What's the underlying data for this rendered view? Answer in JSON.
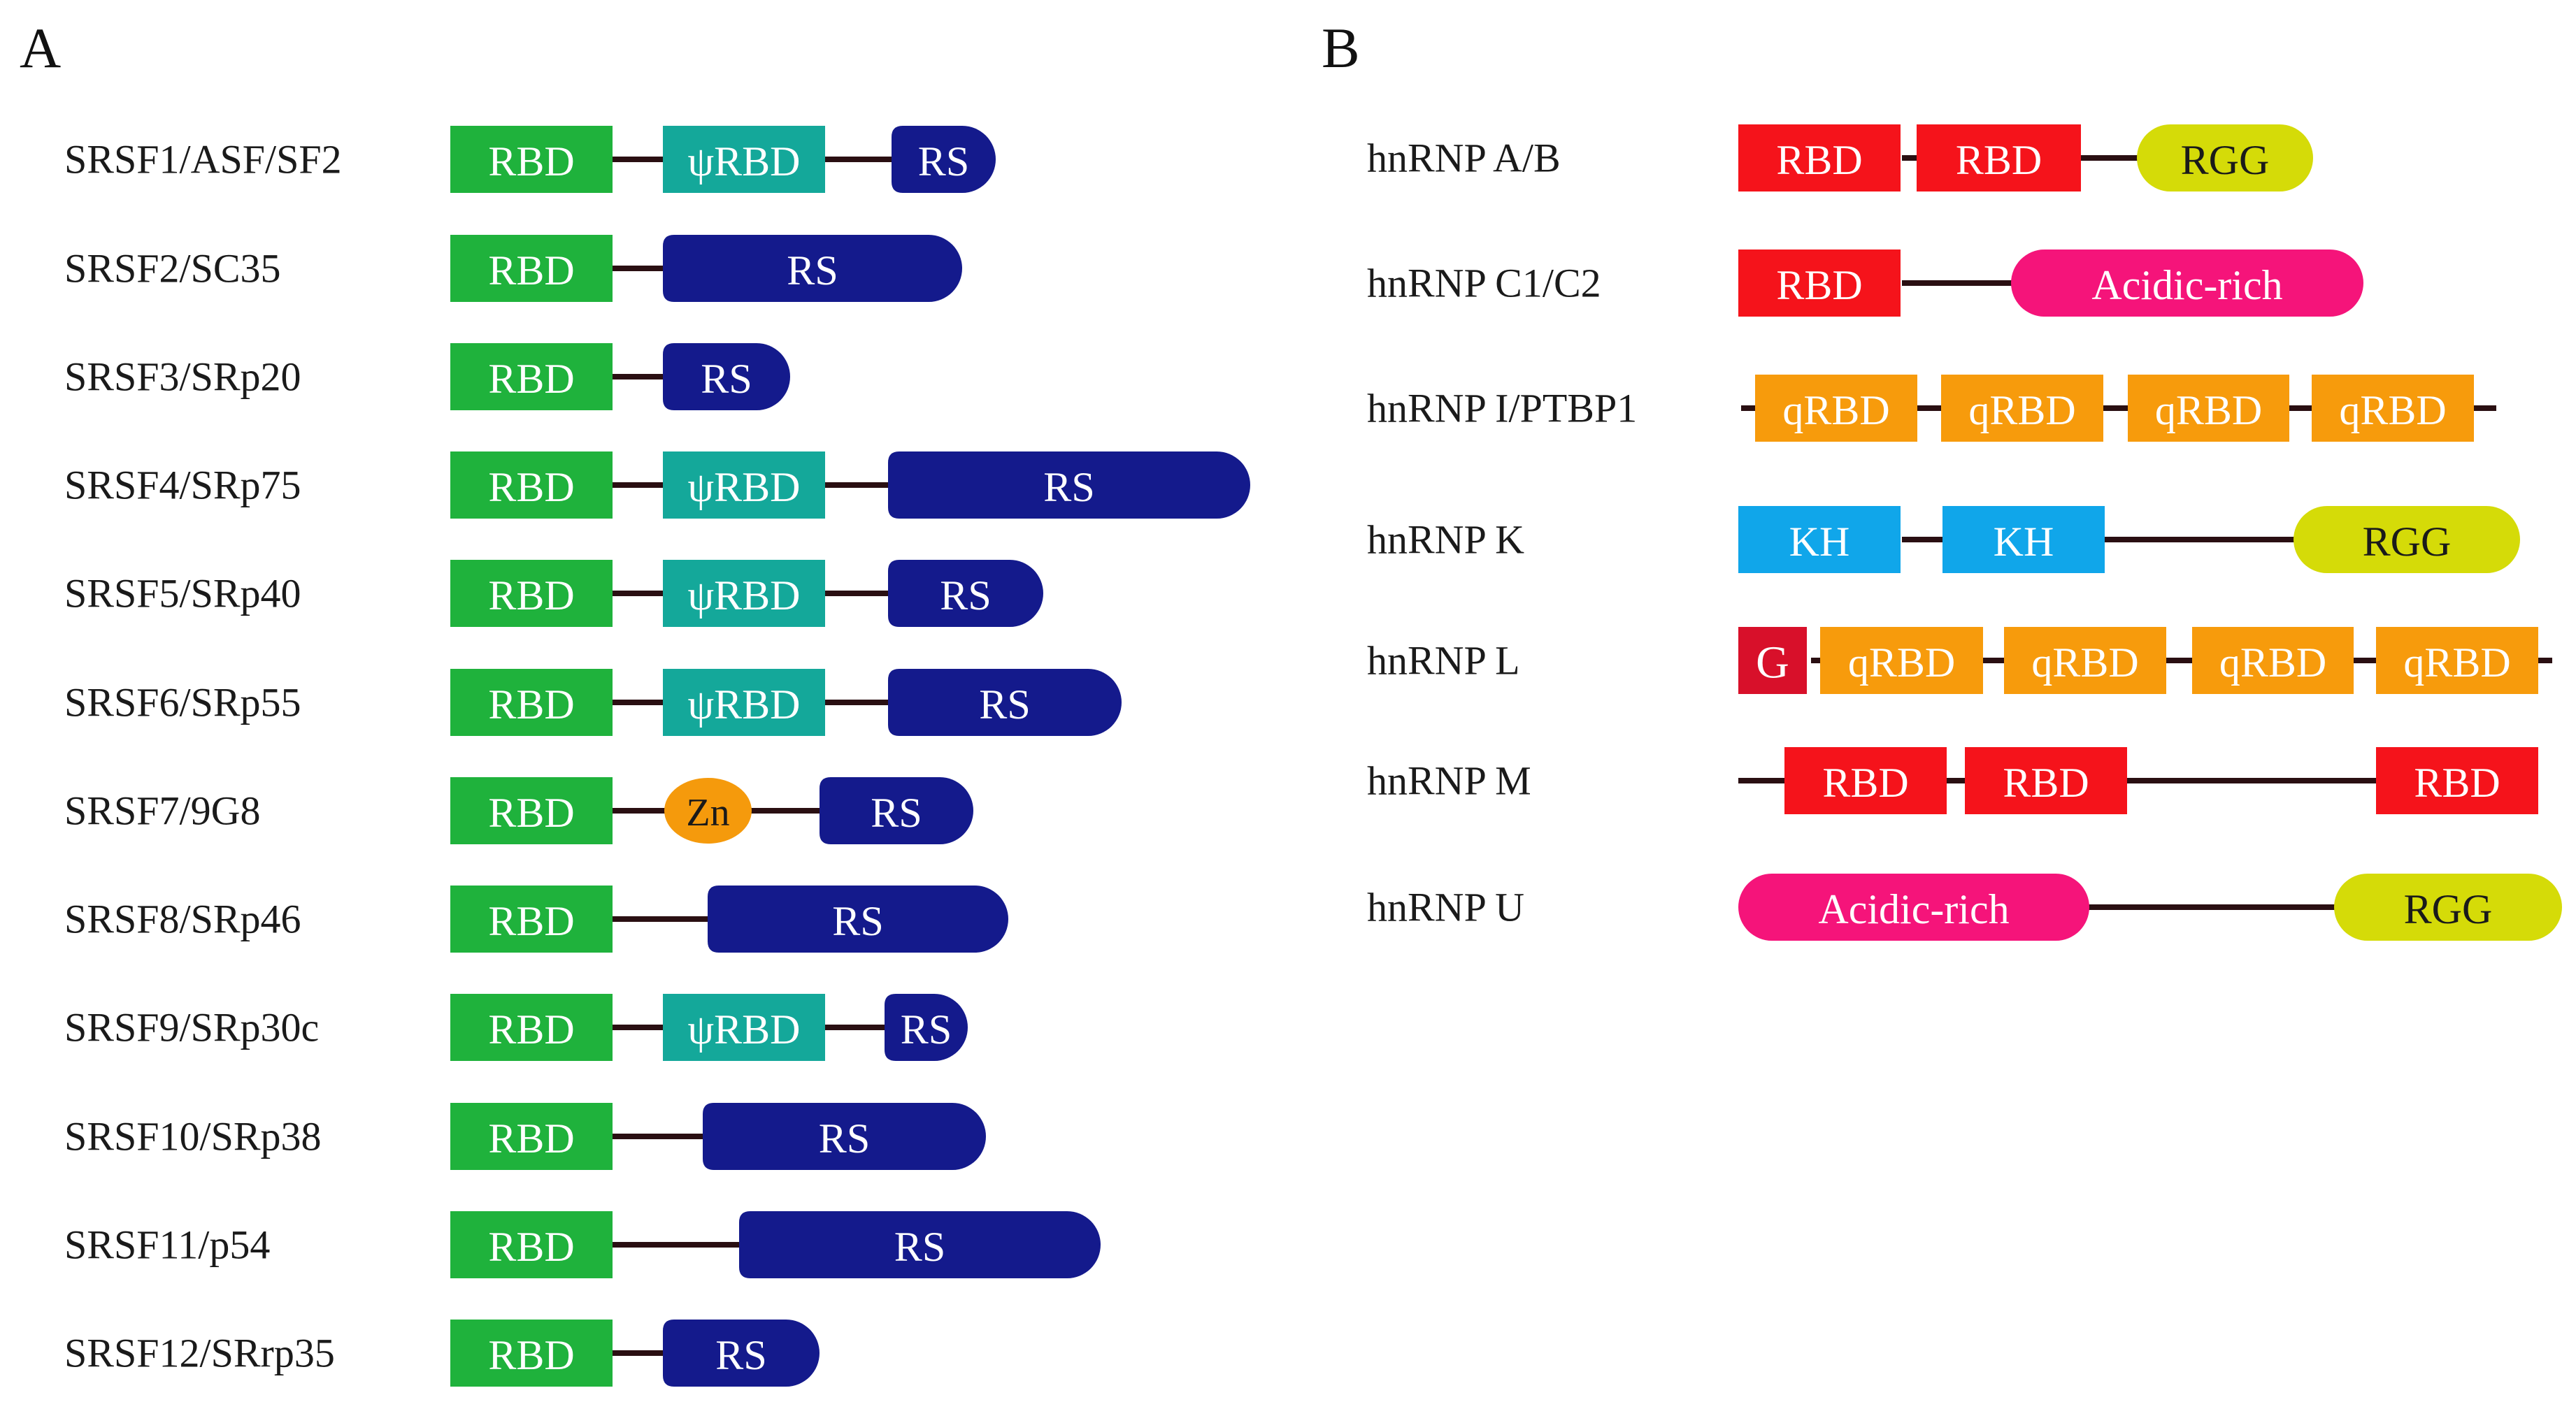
{
  "panels": [
    {
      "letter": "A",
      "rows": [
        {
          "label": "SRSF1/ASF/SF2",
          "domains": [
            {
              "type": "RBD",
              "text": "RBD"
            },
            {
              "type": "psiRBD",
              "text": "ψRBD"
            },
            {
              "type": "RS",
              "text": "RS"
            }
          ]
        },
        {
          "label": "SRSF2/SC35",
          "domains": [
            {
              "type": "RBD",
              "text": "RBD"
            },
            {
              "type": "RS",
              "text": "RS"
            }
          ]
        },
        {
          "label": "SRSF3/SRp20",
          "domains": [
            {
              "type": "RBD",
              "text": "RBD"
            },
            {
              "type": "RS",
              "text": "RS"
            }
          ]
        },
        {
          "label": "SRSF4/SRp75",
          "domains": [
            {
              "type": "RBD",
              "text": "RBD"
            },
            {
              "type": "psiRBD",
              "text": "ψRBD"
            },
            {
              "type": "RS",
              "text": "RS"
            }
          ]
        },
        {
          "label": "SRSF5/SRp40",
          "domains": [
            {
              "type": "RBD",
              "text": "RBD"
            },
            {
              "type": "psiRBD",
              "text": "ψRBD"
            },
            {
              "type": "RS",
              "text": "RS"
            }
          ]
        },
        {
          "label": "SRSF6/SRp55",
          "domains": [
            {
              "type": "RBD",
              "text": "RBD"
            },
            {
              "type": "psiRBD",
              "text": "ψRBD"
            },
            {
              "type": "RS",
              "text": "RS"
            }
          ]
        },
        {
          "label": "SRSF7/9G8",
          "domains": [
            {
              "type": "RBD",
              "text": "RBD"
            },
            {
              "type": "Zn",
              "text": "Zn"
            },
            {
              "type": "RS",
              "text": "RS"
            }
          ]
        },
        {
          "label": "SRSF8/SRp46",
          "domains": [
            {
              "type": "RBD",
              "text": "RBD"
            },
            {
              "type": "RS",
              "text": "RS"
            }
          ]
        },
        {
          "label": "SRSF9/SRp30c",
          "domains": [
            {
              "type": "RBD",
              "text": "RBD"
            },
            {
              "type": "psiRBD",
              "text": "ψRBD"
            },
            {
              "type": "RS",
              "text": "RS"
            }
          ]
        },
        {
          "label": "SRSF10/SRp38",
          "domains": [
            {
              "type": "RBD",
              "text": "RBD"
            },
            {
              "type": "RS",
              "text": "RS"
            }
          ]
        },
        {
          "label": "SRSF11/p54",
          "domains": [
            {
              "type": "RBD",
              "text": "RBD"
            },
            {
              "type": "RS",
              "text": "RS"
            }
          ]
        },
        {
          "label": "SRSF12/SRrp35",
          "domains": [
            {
              "type": "RBD",
              "text": "RBD"
            },
            {
              "type": "RS",
              "text": "RS"
            }
          ]
        }
      ]
    },
    {
      "letter": "B",
      "rows": [
        {
          "label": "hnRNP A/B",
          "domains": [
            {
              "type": "hRBD",
              "text": "RBD"
            },
            {
              "type": "hRBD",
              "text": "RBD"
            },
            {
              "type": "RGG",
              "text": "RGG"
            }
          ]
        },
        {
          "label": "hnRNP C1/C2",
          "domains": [
            {
              "type": "hRBD",
              "text": "RBD"
            },
            {
              "type": "Acidic",
              "text": "Acidic-rich"
            }
          ]
        },
        {
          "label": "hnRNP I/PTBP1",
          "domains": [
            {
              "type": "qRBD",
              "text": "qRBD"
            },
            {
              "type": "qRBD",
              "text": "qRBD"
            },
            {
              "type": "qRBD",
              "text": "qRBD"
            },
            {
              "type": "qRBD",
              "text": "qRBD"
            }
          ]
        },
        {
          "label": "hnRNP K",
          "domains": [
            {
              "type": "KH",
              "text": "KH"
            },
            {
              "type": "KH",
              "text": "KH"
            },
            {
              "type": "RGG",
              "text": "RGG"
            }
          ]
        },
        {
          "label": "hnRNP L",
          "domains": [
            {
              "type": "G",
              "text": "G"
            },
            {
              "type": "qRBD",
              "text": "qRBD"
            },
            {
              "type": "qRBD",
              "text": "qRBD"
            },
            {
              "type": "qRBD",
              "text": "qRBD"
            },
            {
              "type": "qRBD",
              "text": "qRBD"
            }
          ]
        },
        {
          "label": "hnRNP M",
          "domains": [
            {
              "type": "hRBD",
              "text": "RBD"
            },
            {
              "type": "hRBD",
              "text": "RBD"
            },
            {
              "type": "hRBD",
              "text": "RBD"
            }
          ]
        },
        {
          "label": "hnRNP U",
          "domains": [
            {
              "type": "Acidic",
              "text": "Acidic-rich"
            },
            {
              "type": "RGG",
              "text": "RGG"
            }
          ]
        }
      ]
    }
  ],
  "colors": {
    "RBD": "#1fb23c",
    "psiRBD": "#14a89a",
    "RS": "#141a8c",
    "Zn": "#f59a0c",
    "hRBD": "#f5131b",
    "RGG": "#d5db08",
    "Acidic": "#f5147a",
    "qRBD": "#f79b0c",
    "KH": "#10a6ea",
    "G": "#d8102a",
    "backbone": "#2a0f12"
  }
}
